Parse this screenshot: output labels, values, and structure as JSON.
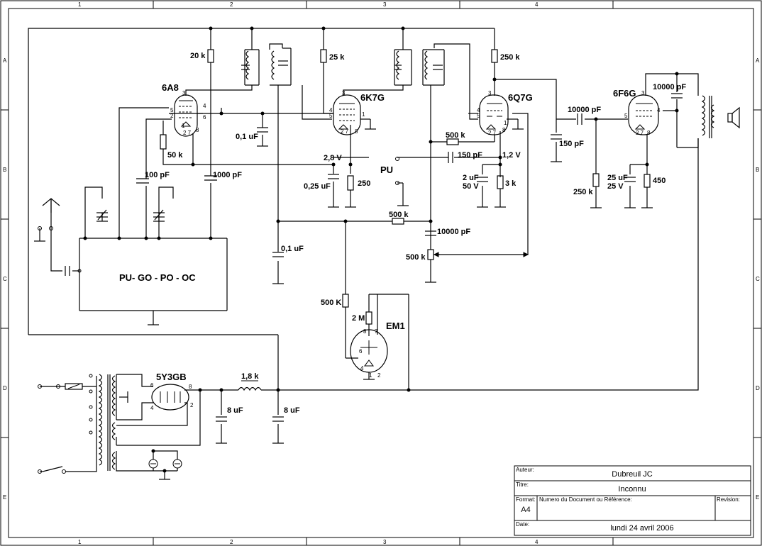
{
  "grid": {
    "columns": [
      "1",
      "2",
      "3",
      "4"
    ],
    "rows": [
      "A",
      "B",
      "C",
      "D",
      "E"
    ]
  },
  "tubes": {
    "v1": "6A8",
    "v2": "6K7G",
    "v3": "6Q7G",
    "v4": "6F6G",
    "v5": "5Y3GB",
    "v6": "EM1"
  },
  "components": {
    "r_20k": "20 k",
    "r_25k": "25 k",
    "r_250k_top": "250 k",
    "r_50k": "50  k",
    "c_01uf_a": "0,1 uF",
    "c_100pf": "100 pF",
    "c_1000pf": "1000 pF",
    "v_28": "2,8 V",
    "c_025uf": "0,25 uF",
    "r_250": "250",
    "r_500k_a": "500 k",
    "c_150pf_a": "150 pF",
    "v_12": "1,2 V",
    "c_2uf": "2 uF",
    "v_50": "50  V",
    "r_3k": "3 k",
    "c_10000pf_a": "10000 pF",
    "c_150pf_b": "150 pF",
    "r_250k_b": "250 k",
    "c_10000pf_b": "10000 pF",
    "c_25uf": "25 uF",
    "v_25": "25 V",
    "r_450": "450",
    "r_500k_b": "500 k",
    "c_10000pf_c": "10000 pF",
    "r_500k_pot": "500 k",
    "c_01uf_b": "0,1 uF",
    "r_500K": "500 K",
    "r_2M": "2 M",
    "l_18k": "1,8 k",
    "c_8uf_a": "8 uF",
    "c_8uf_b": "8 uF",
    "pu": "PU",
    "switch_block": "PU- GO - PO - OC"
  },
  "title_block": {
    "author_label": "Auteur:",
    "author": "Dubreuil JC",
    "title_label": "Titre:",
    "title": "Inconnu",
    "format_label": "Format:",
    "format": "A4",
    "docnum_label": "Numero du Document ou Référence:",
    "revision_label": "Revision:",
    "date_label": "Date:",
    "date": "lundi 24 avril 2006"
  }
}
